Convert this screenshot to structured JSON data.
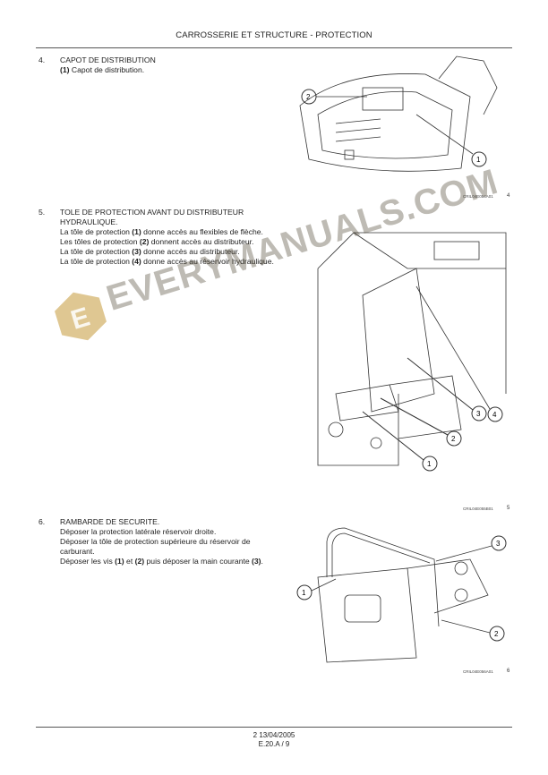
{
  "header": {
    "title": "CARROSSERIE ET STRUCTURE - PROTECTION"
  },
  "sections": [
    {
      "number": "4.",
      "title": "CAPOT DE DISTRIBUTION",
      "lines": [
        [
          "(1)",
          " Capot de distribution."
        ]
      ],
      "figure": {
        "code": "CRIL04E054A01",
        "page_ref": "4",
        "callouts": [
          "1",
          "2"
        ]
      }
    },
    {
      "number": "5.",
      "title": "TOLE DE PROTECTION AVANT DU DISTRIBUTEUR HYDRAULIQUE.",
      "lines": [
        [
          "La tôle de protection ",
          "(1)",
          " donne accès au flexibles de flèche."
        ],
        [
          "Les tôles de protection ",
          "(2)",
          " donnent accès au distributeur."
        ],
        [
          "La tôle de protection ",
          "(3)",
          " donne accès au distributeur."
        ],
        [
          "La tôle de protection ",
          "(4)",
          " donne accès au réservoir hydraulique."
        ]
      ],
      "figure": {
        "code": "CRIL04E055B01",
        "page_ref": "5",
        "callouts": [
          "1",
          "2",
          "3",
          "4"
        ]
      }
    },
    {
      "number": "6.",
      "title": "RAMBARDE DE SECURITE.",
      "lines": [
        [
          "Déposer la protection latérale réservoir droite."
        ],
        [
          "Déposer la tôle de protection supérieure du réservoir de carburant."
        ],
        [
          "Déposer les vis ",
          "(1)",
          " et ",
          "(2)",
          " puis déposer la main courante ",
          "(3)",
          "."
        ]
      ],
      "figure": {
        "code": "CRIL04E056A01",
        "page_ref": "6",
        "callouts": [
          "1",
          "2",
          "3"
        ]
      }
    }
  ],
  "watermark": {
    "text": "EVERYMANUALS.COM",
    "logo_letter": "E",
    "color": "#c9a24a"
  },
  "footer": {
    "line1": "2 13/04/2005",
    "line2": "E.20.A / 9"
  }
}
